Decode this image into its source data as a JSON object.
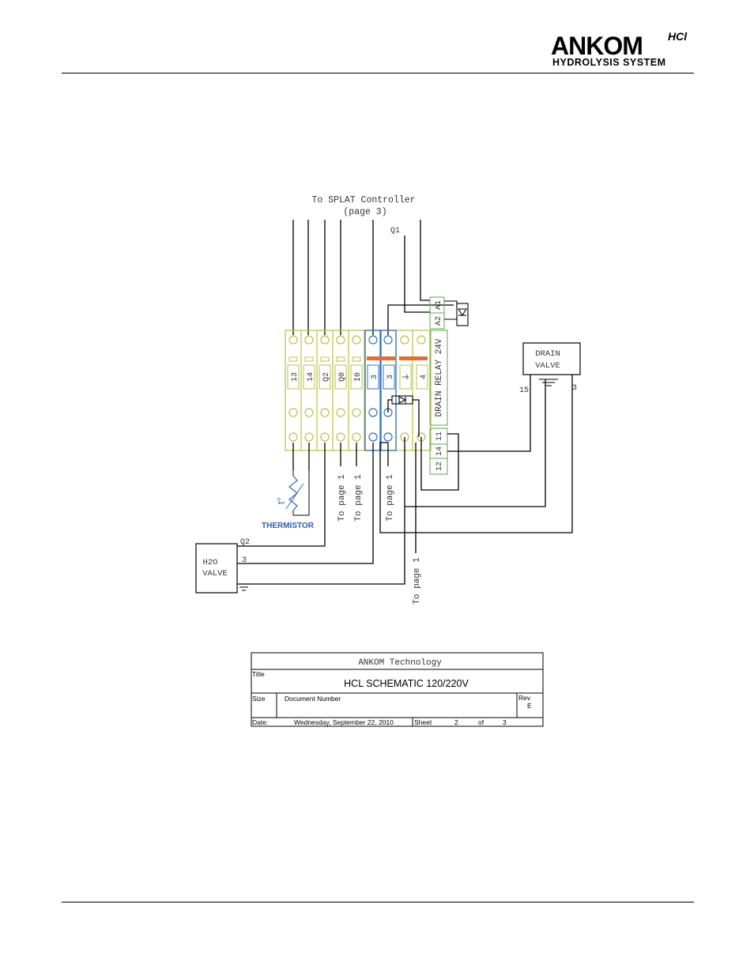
{
  "header": {
    "logo_text": "ANKOM",
    "logo_superscript": "HCl",
    "logo_subtitle": "HYDROLYSIS SYSTEM"
  },
  "diagram": {
    "top_label_line1": "To SPLAT Controller",
    "top_label_line2": "(page 3)",
    "q1_label": "Q1",
    "relay_label": "DRAIN RELAY 24V",
    "relay_a1": "A1",
    "relay_a2": "A2",
    "relay_11": "11",
    "relay_14": "14",
    "relay_12": "12",
    "terminals": [
      "13",
      "14",
      "Q2",
      "Q0",
      "I0",
      "3",
      "3",
      "⏚",
      "4"
    ],
    "drain_valve_line1": "DRAIN",
    "drain_valve_line2": "VALVE",
    "drain_wire_15": "15",
    "drain_wire_3": "3",
    "h2o_valve_line1": "H2O",
    "h2o_valve_line2": "VALVE",
    "h2o_wire_q2": "Q2",
    "h2o_wire_3": "3",
    "thermistor_label": "THERMISTOR",
    "thermistor_symbol": "t°",
    "to_page_1": "To page 1"
  },
  "title_block": {
    "company": "ANKOM Technology",
    "title_label": "Title",
    "title": "HCL SCHEMATIC 120/220V",
    "size_label": "Size",
    "docnum_label": "Document Number",
    "rev_label": "Rev",
    "rev": "E",
    "date_label": "Date:",
    "date": "Wednesday, September 22, 2010",
    "sheet_label": "Sheet",
    "sheet": "2",
    "of_label": "of",
    "sheet_total": "3"
  },
  "colors": {
    "green_outline": "#b8c24a",
    "blue_terminal": "#2f6fbf",
    "orange_bridge": "#e07030",
    "relay_green": "#5aa84a",
    "thermistor_blue": "#3a6fc0",
    "wire_black": "#000000"
  }
}
